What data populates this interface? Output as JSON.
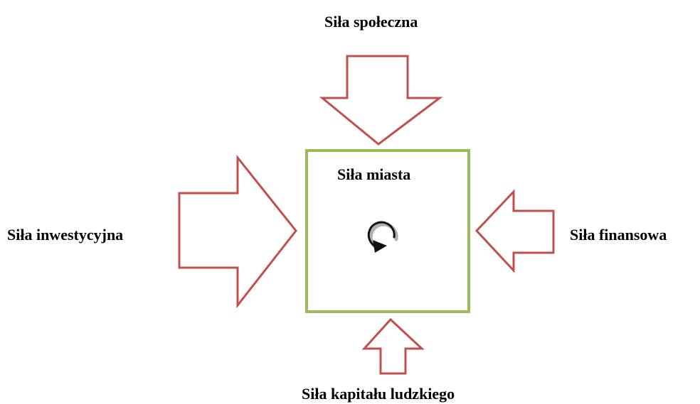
{
  "labels": {
    "top": "Siła społeczna",
    "center": "Siła miasta",
    "left": "Siła inwestycyjna",
    "right": "Siła finansowa",
    "bottom": "Siła kapitału ludzkiego"
  },
  "colors": {
    "arrow_stroke": "#c0504d",
    "box_stroke": "#9bbb59",
    "text": "#000000"
  },
  "icons": {
    "center": "cycle-arrow-icon"
  }
}
